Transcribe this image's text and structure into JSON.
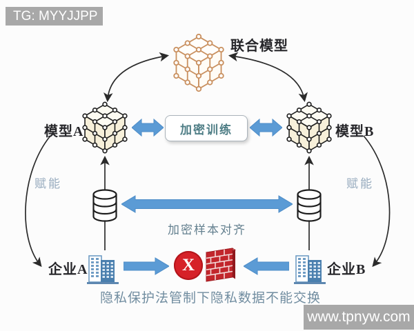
{
  "banners": {
    "tg": "TG: MYYJJPP",
    "website": "www.tpnyw.com"
  },
  "nodes": {
    "joint_model": "联合模型",
    "model_a": "模型A",
    "model_b": "模型B",
    "enterprise_a": "企业A",
    "enterprise_b": "企业B"
  },
  "labels": {
    "encrypted_training": "加密训练",
    "encrypted_sample_alignment": "加密样本对齐",
    "empower_left": "赋能",
    "empower_right": "赋能",
    "blocked_mark": "X",
    "caption": "隐私保护法管制下隐私数据不能交换"
  },
  "icons": {
    "joint_model": "cube-network-icon",
    "model_a": "cube-network-icon",
    "model_b": "cube-network-icon",
    "database_a": "database-icon",
    "database_b": "database-icon",
    "enterprise_a": "buildings-icon",
    "enterprise_b": "buildings-icon",
    "firewall": "firewall-icon",
    "blocked": "x-circle-icon"
  },
  "colors": {
    "arrow_blue": "#5b9bd5",
    "cube_orange": "#c9905f",
    "training_label": "#4f7e86",
    "alignment_label": "#64808f",
    "empower_label": "#97abbe",
    "caption": "#718da0",
    "banner_gray": "#a8a8a8",
    "blocked_red": "#d62128",
    "firewall_red": "#c2262c",
    "building_blue": "#4a7fae",
    "ink": "#26262a"
  }
}
